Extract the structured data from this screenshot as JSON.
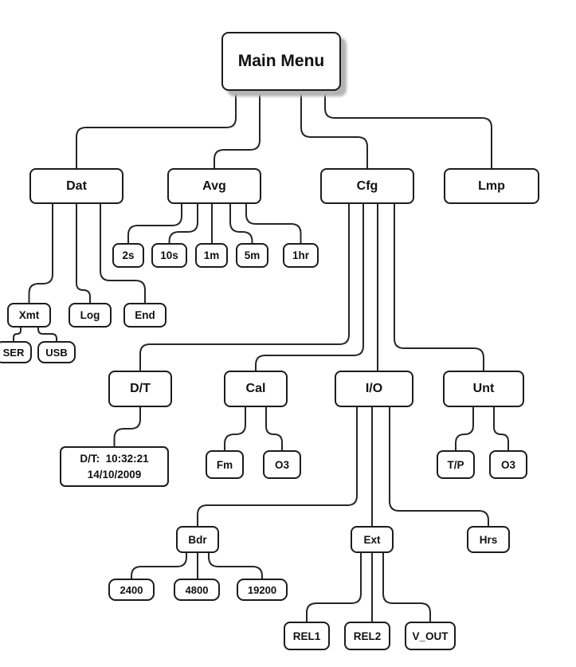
{
  "colors": {
    "line": "#262626",
    "box_border": "#1c1c1c",
    "shadow": "#b4b4b4",
    "box_background": "#ffffff"
  },
  "diagram": {
    "nodes": [
      {
        "id": "main",
        "label": "Main Menu",
        "level": "root"
      },
      {
        "id": "dat",
        "label": "Dat",
        "level": "menu"
      },
      {
        "id": "avg",
        "label": "Avg",
        "level": "menu"
      },
      {
        "id": "cfg",
        "label": "Cfg",
        "level": "menu"
      },
      {
        "id": "lmp",
        "label": "Lmp",
        "level": "menu"
      },
      {
        "id": "xmt",
        "label": "Xmt",
        "level": "small"
      },
      {
        "id": "log",
        "label": "Log",
        "level": "small"
      },
      {
        "id": "end",
        "label": "End",
        "level": "small"
      },
      {
        "id": "ser",
        "label": "SER",
        "level": "tiny"
      },
      {
        "id": "usb",
        "label": "USB",
        "level": "tiny"
      },
      {
        "id": "avg2s",
        "label": "2s",
        "level": "small"
      },
      {
        "id": "avg10s",
        "label": "10s",
        "level": "small"
      },
      {
        "id": "avg1m",
        "label": "1m",
        "level": "small"
      },
      {
        "id": "avg5m",
        "label": "5m",
        "level": "small"
      },
      {
        "id": "avg1hr",
        "label": "1hr",
        "level": "small"
      },
      {
        "id": "dt",
        "label": "D/T",
        "level": "submenu"
      },
      {
        "id": "cal",
        "label": "Cal",
        "level": "submenu"
      },
      {
        "id": "io",
        "label": "I/O",
        "level": "submenu"
      },
      {
        "id": "unt",
        "label": "Unt",
        "level": "submenu"
      },
      {
        "id": "dtinfo",
        "label": "D/T:  10:32:21\n14/10/2009",
        "level": "info"
      },
      {
        "id": "fm",
        "label": "Fm",
        "level": "small"
      },
      {
        "id": "o3cal",
        "label": "O3",
        "level": "small"
      },
      {
        "id": "tp",
        "label": "T/P",
        "level": "small"
      },
      {
        "id": "o3unt",
        "label": "O3",
        "level": "small"
      },
      {
        "id": "bdr",
        "label": "Bdr",
        "level": "small"
      },
      {
        "id": "ext",
        "label": "Ext",
        "level": "small"
      },
      {
        "id": "hrs",
        "label": "Hrs",
        "level": "small"
      },
      {
        "id": "b2400",
        "label": "2400",
        "level": "tiny"
      },
      {
        "id": "b4800",
        "label": "4800",
        "level": "tiny"
      },
      {
        "id": "b19200",
        "label": "19200",
        "level": "tiny"
      },
      {
        "id": "rel1",
        "label": "REL1",
        "level": "small"
      },
      {
        "id": "rel2",
        "label": "REL2",
        "level": "small"
      },
      {
        "id": "vout",
        "label": "V_OUT",
        "level": "small"
      }
    ],
    "edges": [
      [
        "main",
        "dat"
      ],
      [
        "main",
        "avg"
      ],
      [
        "main",
        "cfg"
      ],
      [
        "main",
        "lmp"
      ],
      [
        "dat",
        "xmt"
      ],
      [
        "dat",
        "log"
      ],
      [
        "dat",
        "end"
      ],
      [
        "xmt",
        "ser"
      ],
      [
        "xmt",
        "usb"
      ],
      [
        "avg",
        "avg2s"
      ],
      [
        "avg",
        "avg10s"
      ],
      [
        "avg",
        "avg1m"
      ],
      [
        "avg",
        "avg5m"
      ],
      [
        "avg",
        "avg1hr"
      ],
      [
        "cfg",
        "dt"
      ],
      [
        "cfg",
        "cal"
      ],
      [
        "cfg",
        "io"
      ],
      [
        "cfg",
        "unt"
      ],
      [
        "dt",
        "dtinfo"
      ],
      [
        "cal",
        "fm"
      ],
      [
        "cal",
        "o3cal"
      ],
      [
        "unt",
        "tp"
      ],
      [
        "unt",
        "o3unt"
      ],
      [
        "io",
        "bdr"
      ],
      [
        "io",
        "ext"
      ],
      [
        "io",
        "hrs"
      ],
      [
        "bdr",
        "b2400"
      ],
      [
        "bdr",
        "b4800"
      ],
      [
        "bdr",
        "b19200"
      ],
      [
        "ext",
        "rel1"
      ],
      [
        "ext",
        "rel2"
      ],
      [
        "ext",
        "vout"
      ]
    ]
  }
}
